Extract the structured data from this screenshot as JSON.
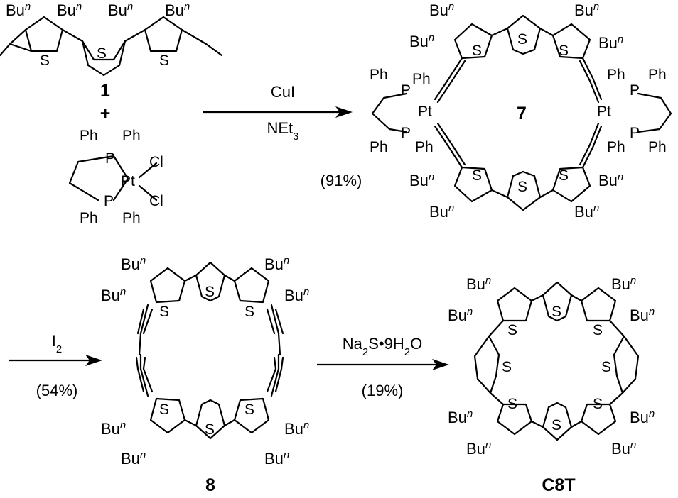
{
  "groups": {
    "bu": "Bu",
    "bu_sup": "n",
    "ph": "Ph",
    "s": "S",
    "p": "P",
    "pt": "Pt",
    "cl": "Cl"
  },
  "compounds": {
    "c1": "1",
    "c7": "7",
    "c8": "8",
    "c8t": "C8T",
    "plus": "+"
  },
  "steps": [
    {
      "reagent_a": "CuI",
      "reagent_b_main": "NEt",
      "reagent_b_sub": "3",
      "yield": "(91%)"
    },
    {
      "reagent_main": "I",
      "reagent_sub": "2",
      "yield": "(54%)"
    },
    {
      "reagent_a": "Na",
      "reagent_a_sub": "2",
      "reagent_b": "S",
      "reagent_dot": "•",
      "reagent_c": "9H",
      "reagent_c_sub": "2",
      "reagent_d": "O",
      "yield": "(19%)"
    }
  ]
}
